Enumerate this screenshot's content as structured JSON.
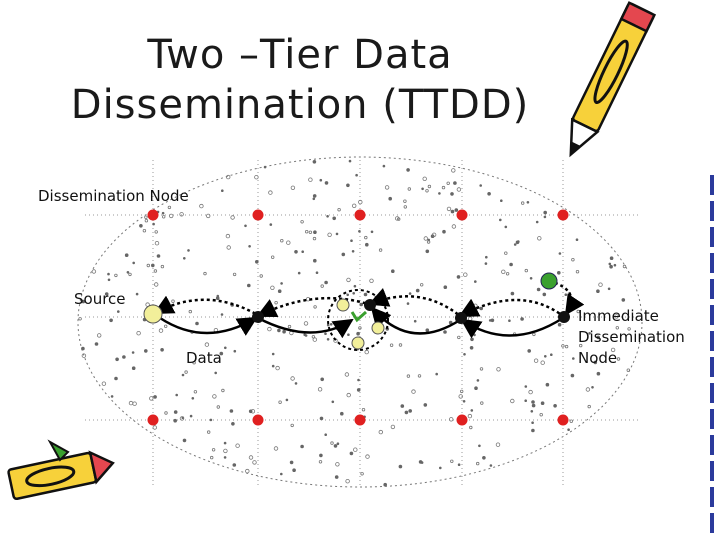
{
  "title": {
    "line1": "Two –Tier Data",
    "line2": "Dissemination (TTDD)"
  },
  "labels": {
    "dissemination_node": "Dissemination Node",
    "source": "Source",
    "data": "Data",
    "immediate_line1": "Immediate",
    "immediate_line2": "Dissemination",
    "immediate_line3": "Node"
  },
  "colors": {
    "grid_node": "#e02020",
    "source_node": "#f2ef9a",
    "sink_node": "#3aa02e",
    "path_node": "#111111",
    "ellipse": "#777777"
  },
  "icons": {
    "top_right": "pencil-icon",
    "bottom_left": "pencil-icon"
  }
}
